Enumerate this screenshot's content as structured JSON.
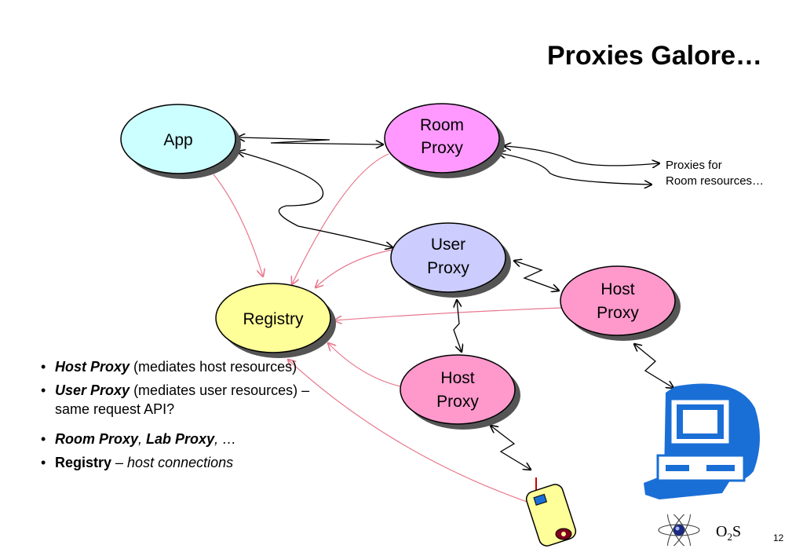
{
  "slide": {
    "title": "Proxies Galore…",
    "page_number": "12"
  },
  "nodes": {
    "app": {
      "label": "App",
      "color": "#ccffff"
    },
    "room_proxy": {
      "label_line1": "Room",
      "label_line2": "Proxy",
      "color": "#ff99ff"
    },
    "user_proxy": {
      "label_line1": "User",
      "label_line2": "Proxy",
      "color": "#ccccff"
    },
    "host_proxy_right": {
      "label_line1": "Host",
      "label_line2": "Proxy",
      "color": "#ff99cc"
    },
    "host_proxy_bottom": {
      "label_line1": "Host",
      "label_line2": "Proxy",
      "color": "#ff99cc"
    },
    "registry": {
      "label": "Registry",
      "color": "#ffff99"
    }
  },
  "annotation": {
    "line1": "Proxies for",
    "line2": "Room resources…"
  },
  "bullets": [
    {
      "bold": "Host Proxy",
      "rest": " (mediates host resources)"
    },
    {
      "bold": "User Proxy",
      "rest": " (mediates user resources) – same request API?"
    },
    {
      "bold1": "Room Proxy",
      "sep": ", ",
      "bold2": "Lab Proxy",
      "rest": ", …"
    },
    {
      "bold": "Registry",
      "dash": " – ",
      "italic": "host connections"
    }
  ],
  "logo": {
    "text_main": "O",
    "text_sub": "2",
    "text_end": "S"
  },
  "colors": {
    "link_red": "#e8788e",
    "link_black": "#000000",
    "computer_blue": "#1a6fd6"
  }
}
